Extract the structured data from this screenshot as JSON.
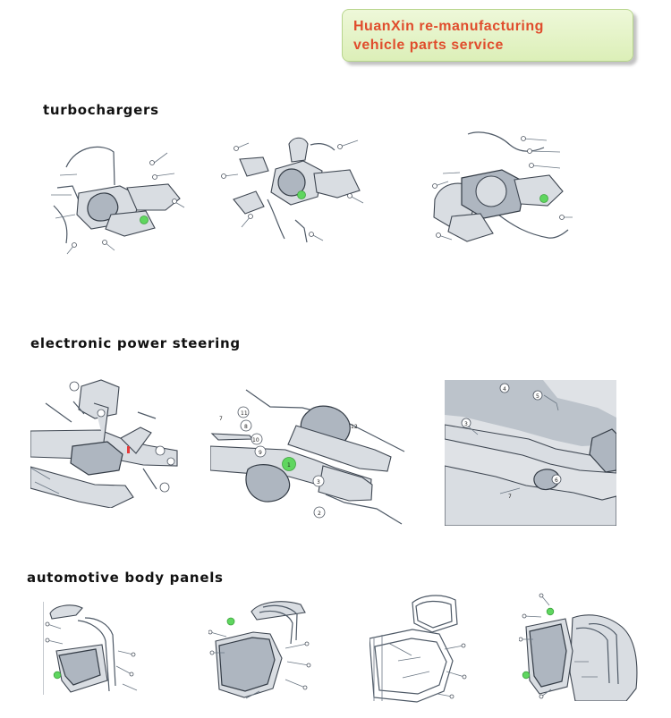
{
  "banner": {
    "line1": "HuanXin re-manufacturing",
    "line2": "vehicle parts service"
  },
  "sections": {
    "turbochargers": {
      "title": "turbochargers"
    },
    "power_steering": {
      "title": "electronic power steering"
    },
    "body_panels": {
      "title": "automotive body panels"
    }
  },
  "diagrams": {
    "steering_callouts": [
      "7",
      "11",
      "8",
      "10",
      "9",
      "12",
      "1",
      "3",
      "2"
    ],
    "steering_photo_callouts": [
      "4",
      "5",
      "3",
      "6",
      "7"
    ]
  }
}
